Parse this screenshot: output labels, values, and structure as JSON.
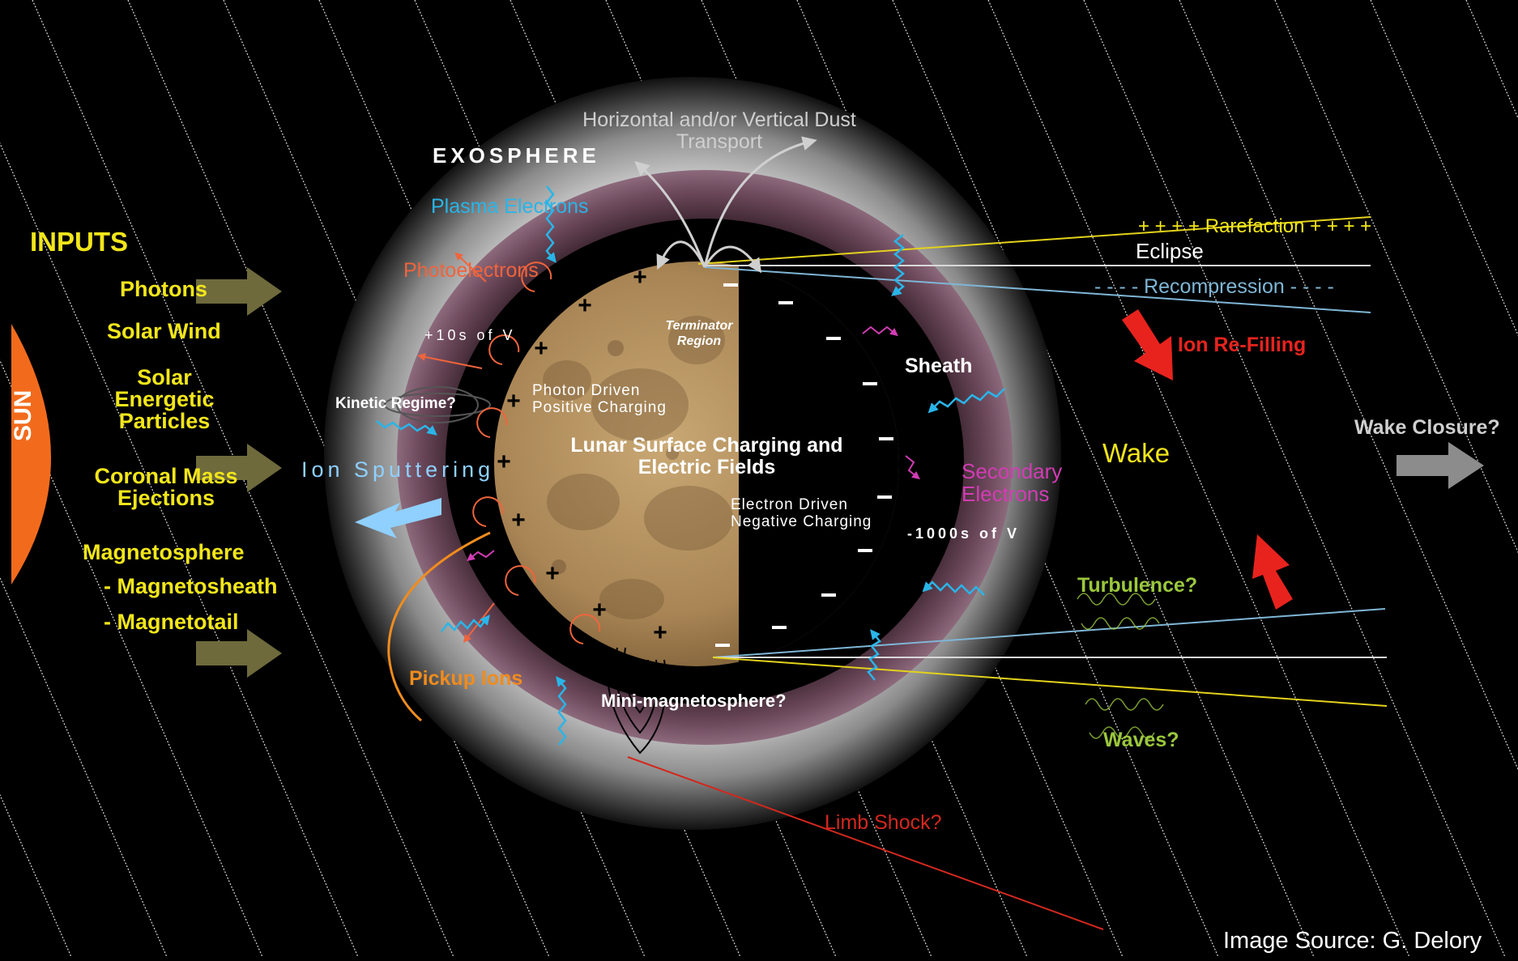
{
  "inputs": {
    "heading": "INPUTS",
    "items": [
      "Photons",
      "Solar Wind",
      "Solar Energetic Particles",
      "Coronal Mass Ejections",
      "Magnetosphere",
      "- Magnetosheath",
      "- Magnetotail"
    ]
  },
  "sun_label": "SUN",
  "exosphere": "EXOSPHERE",
  "dust_transport": "Horizontal and/or Vertical Dust Transport",
  "plasma_electrons": "Plasma Electrons",
  "photoelectrons": "Photoelectrons",
  "plus_tens_volts": "+10s of V",
  "kinetic_regime": "Kinetic Regime?",
  "ion_sputtering": "Ion Sputtering",
  "pickup_ions": "Pickup Ions",
  "mini_magnetosphere": "Mini-magnetosphere?",
  "limb_shock": "Limb Shock?",
  "terminator_region": "Terminator Region",
  "photon_driven": "Photon Driven Positive Charging",
  "center_title": "Lunar Surface Charging and Electric Fields",
  "electron_driven": "Electron Driven Negative Charging",
  "minus_thousands_volts": "-1000s of V",
  "sheath": "Sheath",
  "secondary_electrons": "Secondary Electrons",
  "rarefaction": "+ + + + Rarefaction + + + +",
  "eclipse": "Eclipse",
  "recompression": "- - - - Recompression - - - -",
  "ion_refilling": "Ion Re-Filling",
  "wake": "Wake",
  "wake_closure": "Wake Closure?",
  "turbulence": "Turbulence?",
  "waves": "Waves?",
  "image_source": "Image Source: G. Delory",
  "colors": {
    "background": "#000000",
    "input_text": "#f2e61a",
    "sun": "#f26b1d",
    "photoelectrons": "#f0643c",
    "plasma_electrons": "#29b5e8",
    "secondary_electrons": "#d23cb4",
    "ion_refilling": "#e8231e",
    "wake_text": "#f2e61a",
    "turbulence_text": "#9bc83c",
    "pickup_ions": "#f08c1e",
    "limb_shock": "#d2281e",
    "moon": "#a98555"
  }
}
